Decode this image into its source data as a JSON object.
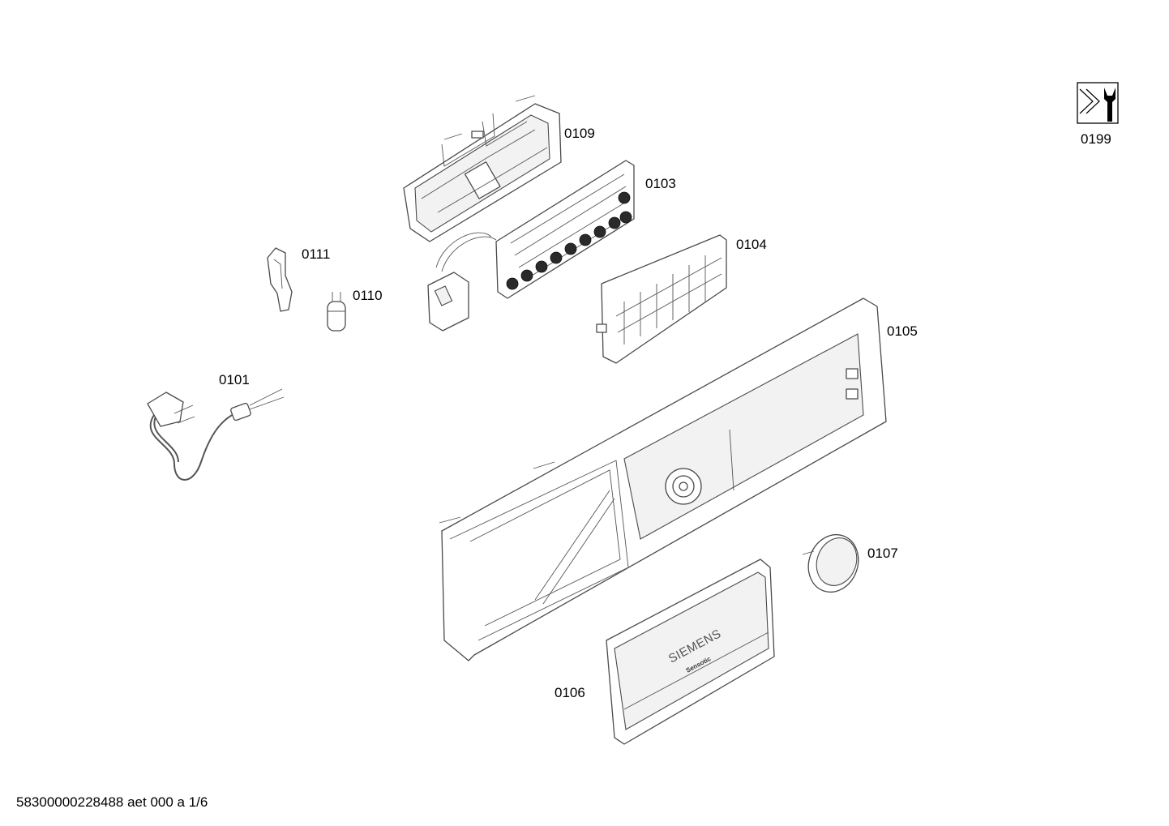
{
  "labels": {
    "p0109": "0109",
    "p0103": "0103",
    "p0111": "0111",
    "p0104": "0104",
    "p0110": "0110",
    "p0105": "0105",
    "p0101": "0101",
    "p0107": "0107",
    "p0106": "0106",
    "p0199": "0199"
  },
  "panel_brand": "SIEMENS",
  "panel_subbrand": "Sensotic",
  "footer": "58300000228488 aet 000 a 1/6",
  "icons": {
    "service": "wrench-service-icon"
  }
}
